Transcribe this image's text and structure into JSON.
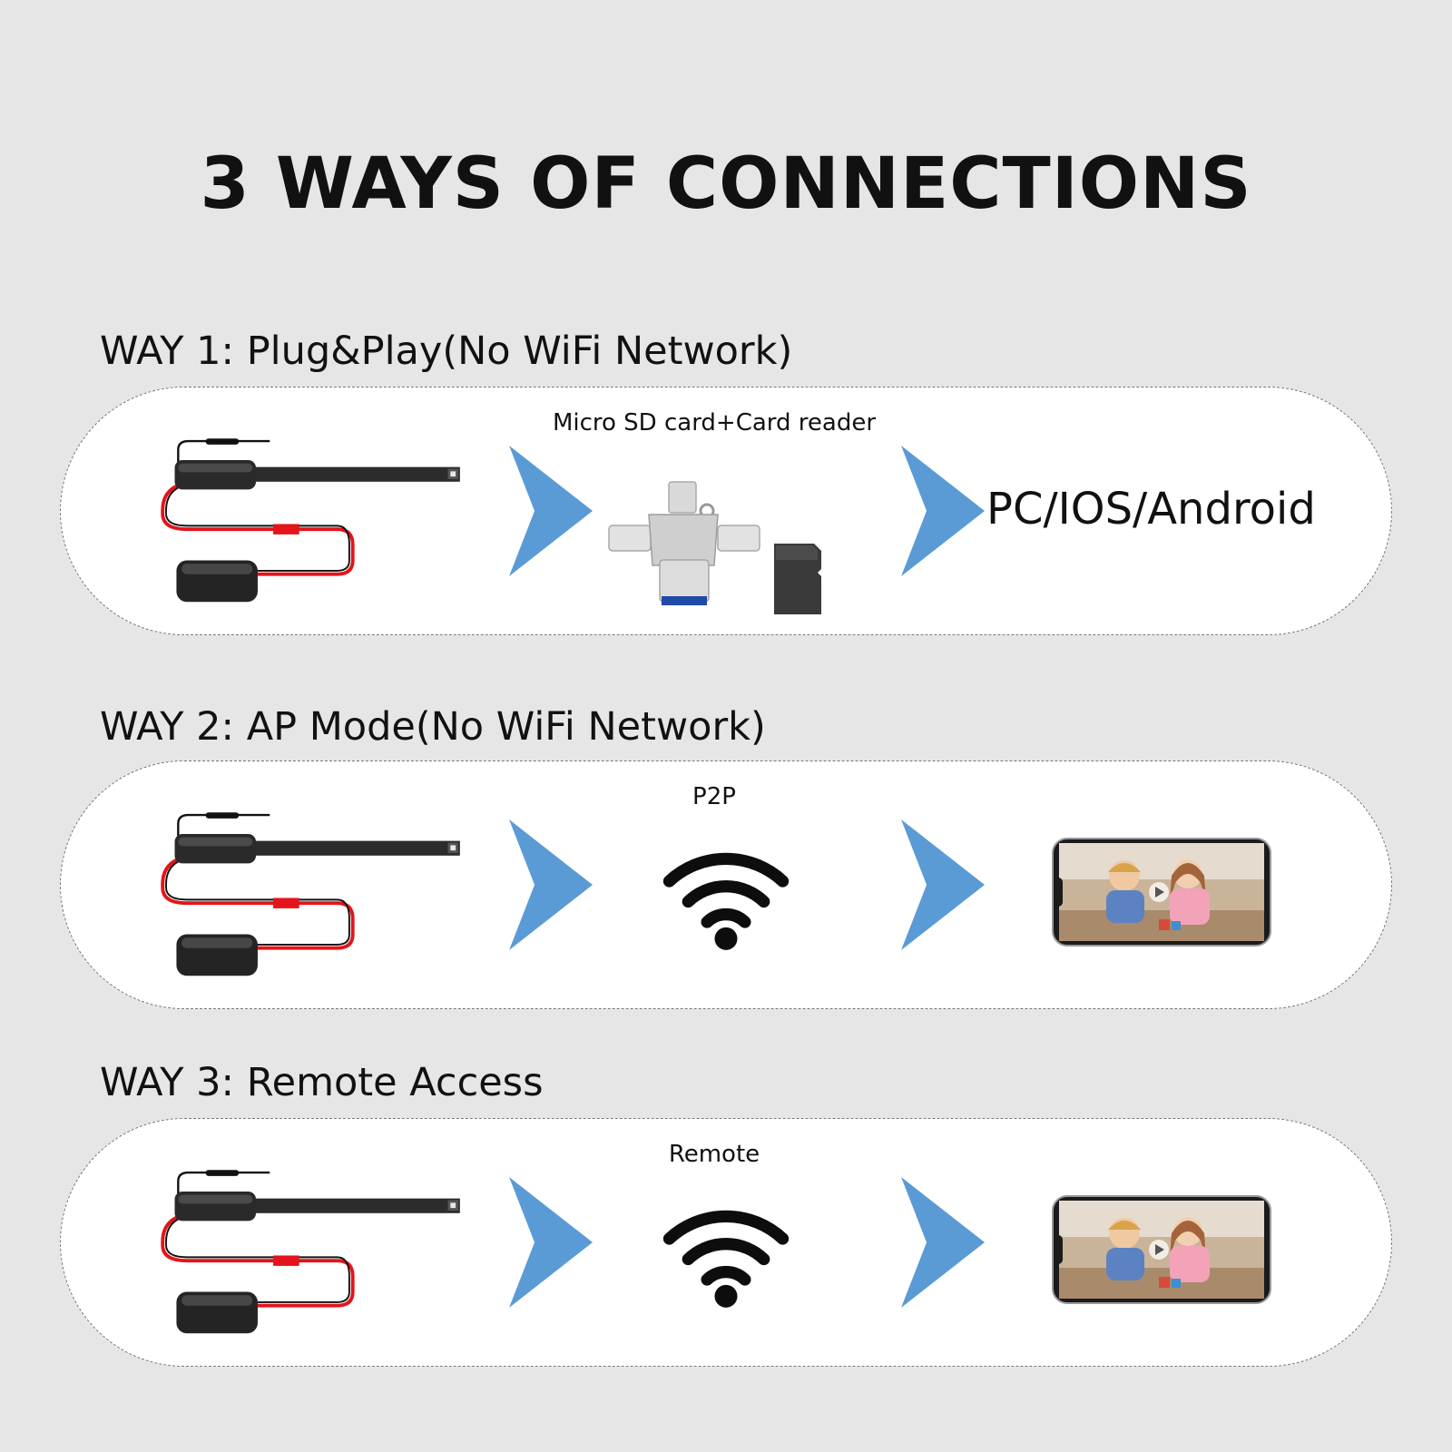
{
  "title": "3 WAYS OF CONNECTIONS",
  "ways": [
    {
      "heading": "WAY 1: Plug&Play(No WiFi Network)",
      "middle_label": "Micro SD card+Card reader",
      "destination_label": "PC/IOS/Android"
    },
    {
      "heading": "WAY 2: AP Mode(No WiFi Network)",
      "middle_label": "P2P"
    },
    {
      "heading": "WAY 3: Remote Access",
      "middle_label": "Remote"
    }
  ],
  "colors": {
    "arrow": "#5b9bd5",
    "wire": "#e3141b",
    "background": "#e6e6e6",
    "panel": "#ffffff"
  },
  "icons": [
    "camera-module-icon",
    "arrow-right-icon",
    "card-reader-icon",
    "sd-card-icon",
    "wifi-icon",
    "phone-icon"
  ]
}
